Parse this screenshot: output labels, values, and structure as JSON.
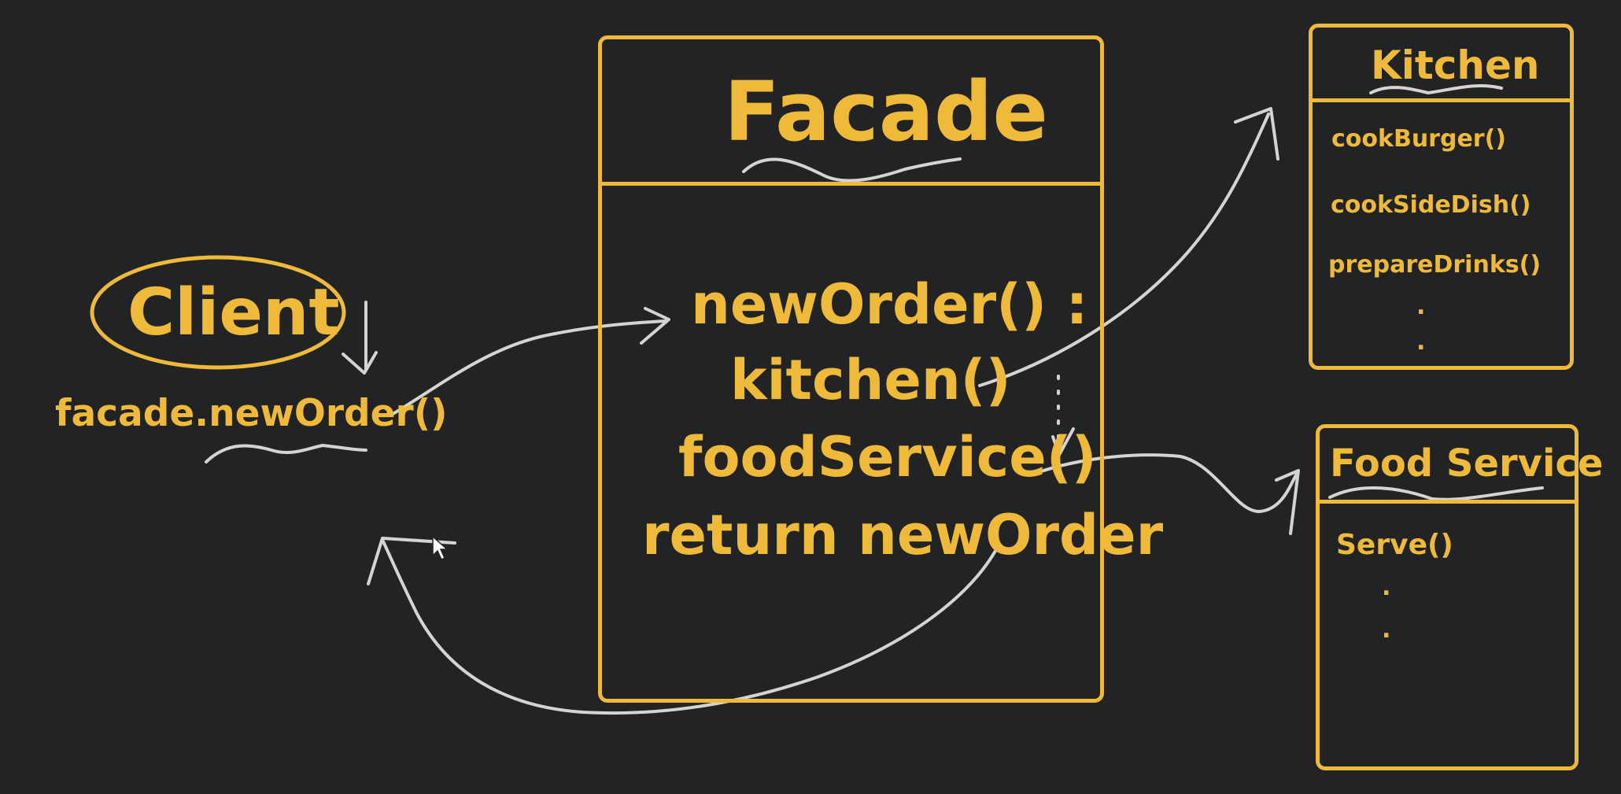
{
  "client": {
    "title": "Client",
    "call": "facade.newOrder()"
  },
  "facade": {
    "title": "Facade",
    "lines": [
      "newOrder() :",
      "kitchen()",
      "foodService()",
      "return newOrder"
    ]
  },
  "kitchen": {
    "title": "Kitchen",
    "methods": [
      "cookBurger()",
      "cookSideDish()",
      "prepareDrinks()"
    ],
    "more": [
      ".",
      "."
    ]
  },
  "food_service": {
    "title": "Food Service",
    "methods": [
      "Serve()"
    ],
    "more": [
      ".",
      "."
    ]
  },
  "colors": {
    "background": "#222325",
    "accent": "#efb93a",
    "arrows": "#d4d4d4"
  }
}
